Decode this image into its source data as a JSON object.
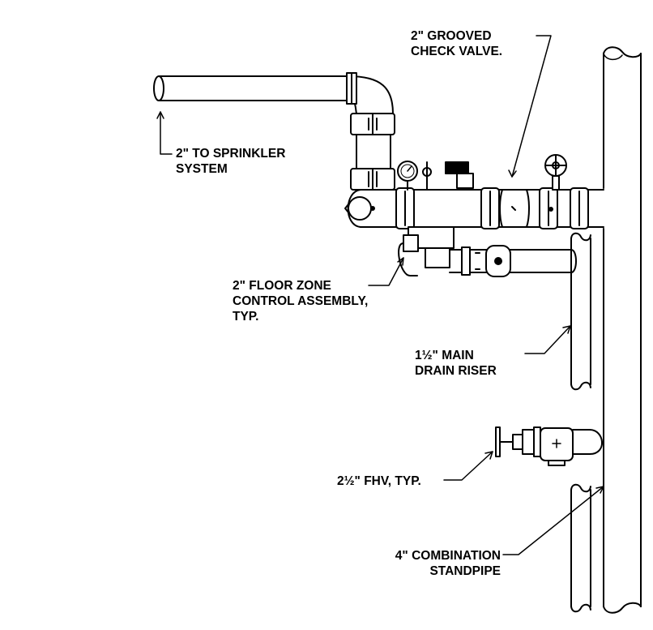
{
  "labels": {
    "check_valve": [
      "2\" GROOVED",
      "CHECK VALVE."
    ],
    "to_sprinkler": [
      "2\" TO SPRINKLER",
      "SYSTEM"
    ],
    "floor_zone": [
      "2\" FLOOR ZONE",
      "CONTROL ASSEMBLY,",
      "TYP."
    ],
    "main_drain": [
      "1½\" MAIN",
      "DRAIN RISER"
    ],
    "fhv": "2½\" FHV, TYP.",
    "standpipe": [
      "4\" COMBINATION",
      "STANDPIPE"
    ]
  },
  "colors": {
    "line": "#000000",
    "background": "#ffffff"
  }
}
